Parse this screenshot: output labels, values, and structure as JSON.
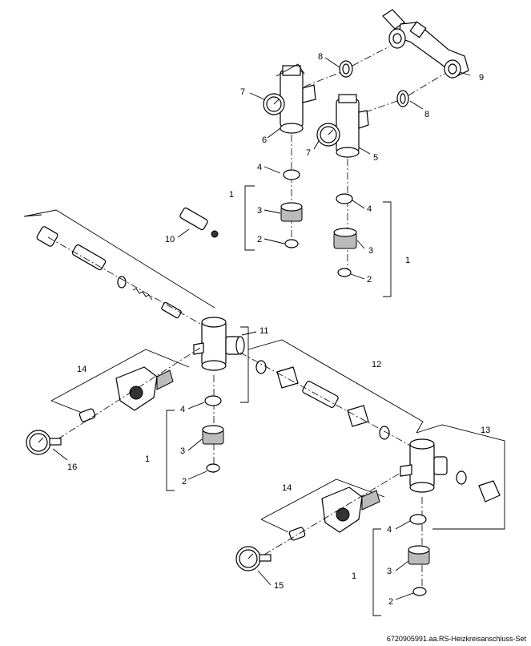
{
  "caption": "6720905991.aa.RS-Heizkreisanschluss-Set",
  "callouts": {
    "c1a": "1",
    "c1b": "1",
    "c1c": "1",
    "c1d": "1",
    "c2a": "2",
    "c2b": "2",
    "c2c": "2",
    "c2d": "2",
    "c3a": "3",
    "c3b": "3",
    "c3c": "3",
    "c3d": "3",
    "c4a": "4",
    "c4b": "4",
    "c4c": "4",
    "c4d": "4",
    "c5": "5",
    "c6": "6",
    "c7a": "7",
    "c7b": "7",
    "c8a": "8",
    "c8b": "8",
    "c9": "9",
    "c10": "10",
    "c11": "11",
    "c12": "12",
    "c13": "13",
    "c14a": "14",
    "c14b": "14",
    "c15": "15",
    "c16": "16"
  }
}
